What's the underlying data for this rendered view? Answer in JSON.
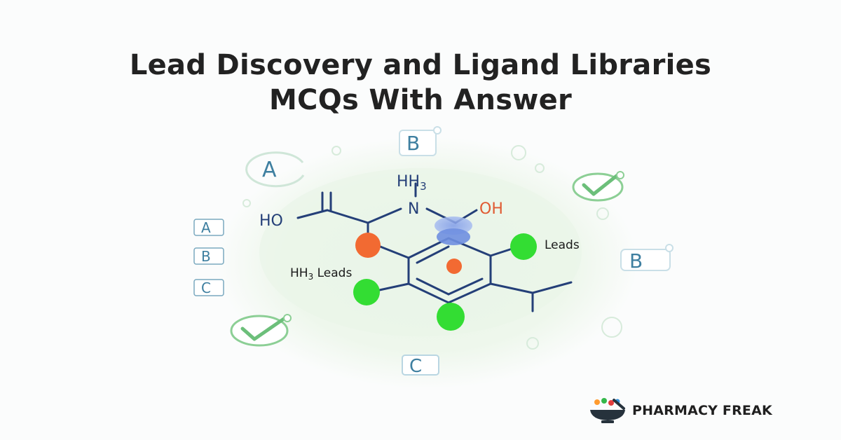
{
  "title": {
    "line1": "Lead Discovery and Ligand Libraries",
    "line2": "MCQs With Answer"
  },
  "molecule": {
    "nh3_label": "HH",
    "nh3_sub": "3",
    "n_label": "N",
    "oh_label": "OH",
    "ho_label": "HO",
    "leads_right": "Leads",
    "leads_left_prefix": "HH",
    "leads_left_sub": "3",
    "leads_left_word": "Leads"
  },
  "options": {
    "a_large": "A",
    "b_top": "B",
    "b_right": "B",
    "c_bottom": "C",
    "stack": [
      "A",
      "B",
      "C"
    ]
  },
  "brand": {
    "name": "PHARMACY FREAK",
    "icon": "mortar-pestle-icon"
  },
  "colors": {
    "bond": "#243f78",
    "accent_orange": "#f26a32",
    "accent_green": "#33dd33",
    "accent_blue": "#6f8fe0",
    "option_outline": "#5b8fa8",
    "check_green": "#6cbf7a",
    "glow": "#e7f3e6"
  }
}
